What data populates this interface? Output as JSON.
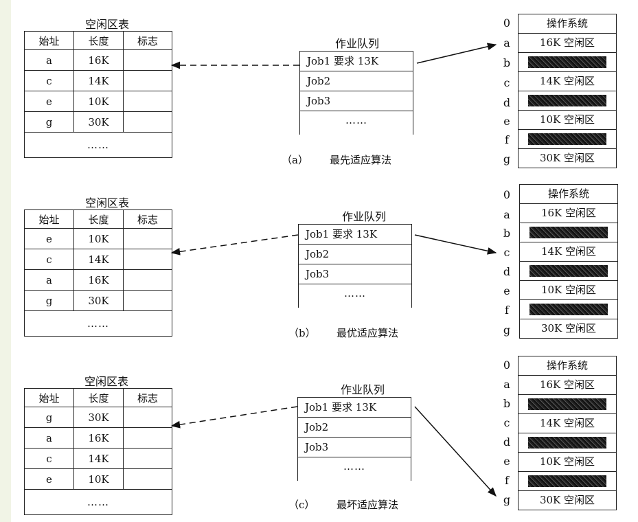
{
  "labels": {
    "free_table_title": "空闲区表",
    "queue_title": "作业队列",
    "col_start": "始址",
    "col_length": "长度",
    "col_flag": "标志",
    "ellipsis": "……",
    "os": "操作系统"
  },
  "sections": [
    {
      "caption_label": "（a）",
      "caption_text": "最先适应算法",
      "free_rows": [
        {
          "addr": "a",
          "len": "16K",
          "flag": ""
        },
        {
          "addr": "c",
          "len": "14K",
          "flag": ""
        },
        {
          "addr": "e",
          "len": "10K",
          "flag": ""
        },
        {
          "addr": "g",
          "len": "30K",
          "flag": ""
        }
      ],
      "queue": [
        "Job1 要求 13K",
        "Job2",
        "Job3"
      ]
    },
    {
      "caption_label": "（b）",
      "caption_text": "最优适应算法",
      "free_rows": [
        {
          "addr": "e",
          "len": "10K",
          "flag": ""
        },
        {
          "addr": "c",
          "len": "14K",
          "flag": ""
        },
        {
          "addr": "a",
          "len": "16K",
          "flag": ""
        },
        {
          "addr": "g",
          "len": "30K",
          "flag": ""
        }
      ],
      "queue": [
        "Job1 要求 13K",
        "Job2",
        "Job3"
      ]
    },
    {
      "caption_label": "（c）",
      "caption_text": "最坏适应算法",
      "free_rows": [
        {
          "addr": "g",
          "len": "30K",
          "flag": ""
        },
        {
          "addr": "a",
          "len": "16K",
          "flag": ""
        },
        {
          "addr": "c",
          "len": "14K",
          "flag": ""
        },
        {
          "addr": "e",
          "len": "10K",
          "flag": ""
        }
      ],
      "queue": [
        "Job1 要求 13K",
        "Job2",
        "Job3"
      ]
    }
  ],
  "memory": {
    "addresses": [
      "0",
      "a",
      "b",
      "c",
      "d",
      "e",
      "f",
      "g"
    ],
    "blocks": [
      {
        "text": "操作系统",
        "used": false
      },
      {
        "text": "16K 空闲区",
        "used": false
      },
      {
        "text": "",
        "used": true
      },
      {
        "text": "14K 空闲区",
        "used": false
      },
      {
        "text": "",
        "used": true
      },
      {
        "text": "10K 空闲区",
        "used": false
      },
      {
        "text": "",
        "used": true
      },
      {
        "text": "30K 空闲区",
        "used": false
      }
    ]
  }
}
